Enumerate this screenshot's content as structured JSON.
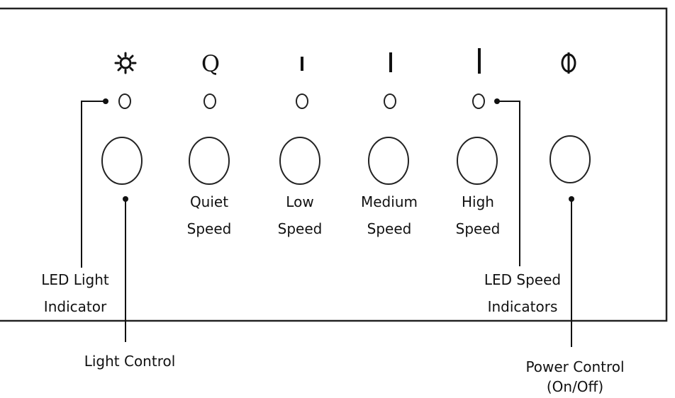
{
  "panel": {
    "controls": [
      {
        "id": "light",
        "icon": "sun-icon",
        "symbol": "",
        "label_lines": []
      },
      {
        "id": "quiet",
        "icon": "quiet-q-icon",
        "symbol": "Q",
        "label_lines": [
          "Quiet",
          "Speed"
        ]
      },
      {
        "id": "low",
        "icon": "speed-bar-low-icon",
        "symbol": "",
        "label_lines": [
          "Low",
          "Speed"
        ]
      },
      {
        "id": "medium",
        "icon": "speed-bar-medium-icon",
        "symbol": "",
        "label_lines": [
          "Medium",
          "Speed"
        ]
      },
      {
        "id": "high",
        "icon": "speed-bar-high-icon",
        "symbol": "",
        "label_lines": [
          "High",
          "Speed"
        ]
      },
      {
        "id": "power",
        "icon": "power-icon",
        "symbol": "",
        "label_lines": []
      }
    ]
  },
  "callouts": {
    "led_light_indicator": [
      "LED Light",
      "Indicator"
    ],
    "light_control": "Light Control",
    "led_speed_indicators": [
      "LED Speed",
      "Indicators"
    ],
    "power_control": [
      "Power Control",
      "(On/Off)"
    ]
  },
  "colors": {
    "line": "#111111",
    "background": "#ffffff"
  }
}
